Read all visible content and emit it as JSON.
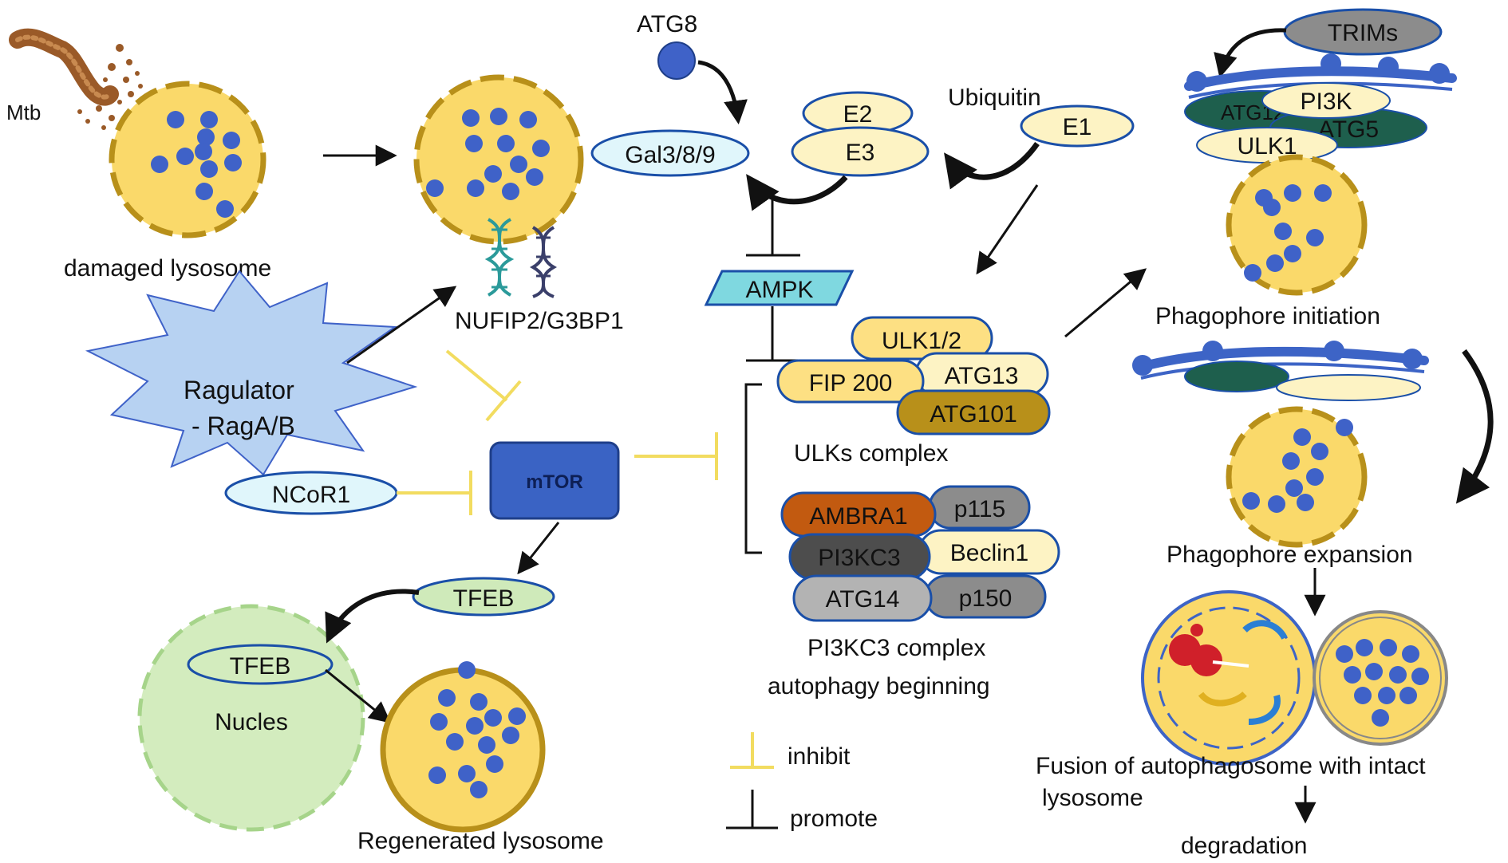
{
  "labels": {
    "mtb": "Mtb",
    "damaged_lysosome": "damaged lysosome",
    "nufip2": "NUFIP2/G3BP1",
    "atg8": "ATG8",
    "gal": "Gal3/8/9",
    "e2": "E2",
    "e3": "E3",
    "ubiquitin": "Ubiquitin",
    "e1": "E1",
    "ampk": "AMPK",
    "ragulator_line1": "Ragulator",
    "ragulator_line2": "- RagA/B",
    "ncor1": "NCoR1",
    "mtor": "mTOR",
    "tfeb_top": "TFEB",
    "tfeb_nucleus": "TFEB",
    "nucles": "Nucles",
    "regenerated_lysosome": "Regenerated lysosome",
    "ulk12": "ULK1/2",
    "fip200": "FIP 200",
    "atg13": "ATG13",
    "atg101": "ATG101",
    "ulks_complex": "ULKs complex",
    "ambra1": "AMBRA1",
    "p115": "p115",
    "pi3kc3": "PI3KC3",
    "beclin1": "Beclin1",
    "atg14": "ATG14",
    "p150": "p150",
    "pi3kc3_complex": "PI3KC3 complex",
    "autophagy_beginning": "autophagy beginning",
    "legend_inhibit": "inhibit",
    "legend_promote": "promote",
    "trims": "TRIMs",
    "atg12": "ATG12",
    "pi3k": "PI3K",
    "atg5": "ATG5",
    "ulk1": "ULK1",
    "phagophore_initiation": "Phagophore initiation",
    "phagophore_expansion": "Phagophore expansion",
    "fusion_line1": "Fusion of autophagosome with intact",
    "fusion_line2": "lysosome",
    "degradation": "degradation"
  },
  "colors": {
    "lysosome_fill": "#fad96a",
    "lysosome_border": "#b8901a",
    "dot": "#3f62c8",
    "pale_blue": "#e0f6fb",
    "ampk": "#7fd8e0",
    "ragulator": "#b7d2f2",
    "mtor": "#3a63c4",
    "tfeb": "#cfeaba",
    "nucleus": "#d3ecbe",
    "cream": "#fdf3c4",
    "ulk_yellow": "#fde083",
    "atg101": "#b8901a",
    "ambra1": "#c25a10",
    "grey": "#8c8c8c",
    "dark_grey": "#4d4d4d",
    "light_grey": "#b3b3b3",
    "dark_green": "#1e5f4d",
    "membrane_blue": "#3d64c6",
    "inhibit_yellow": "#f2dc60",
    "red": "#d0202a",
    "mtb_brown": "#9a5a28"
  }
}
